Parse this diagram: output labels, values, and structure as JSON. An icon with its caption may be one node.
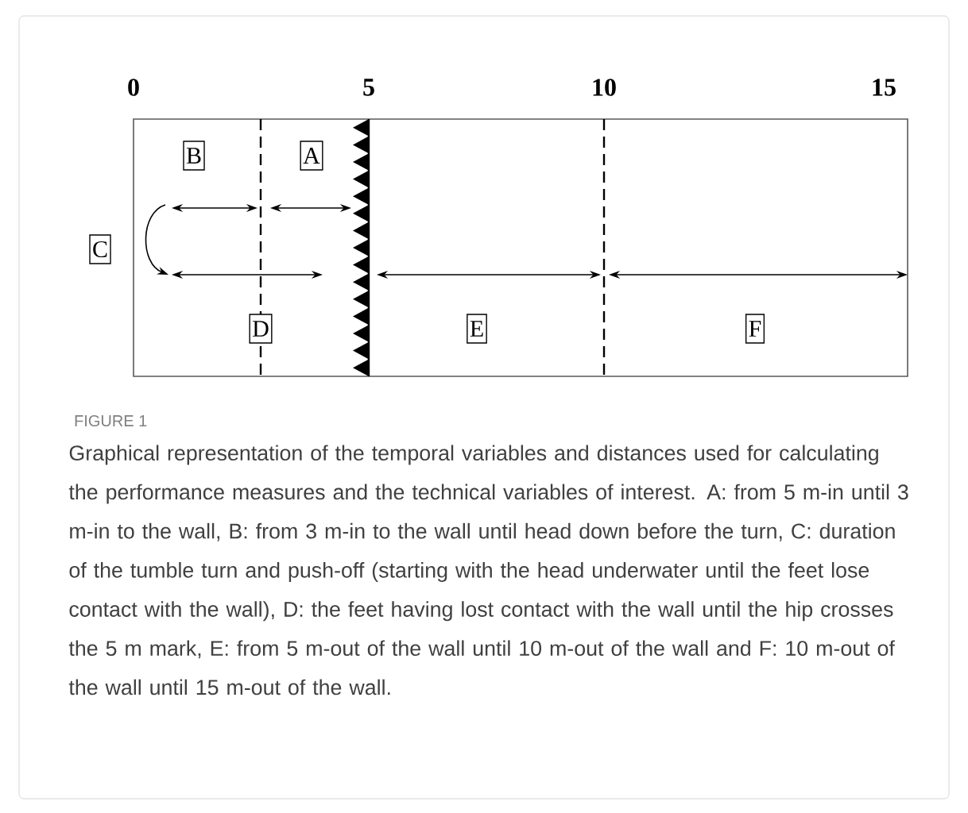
{
  "diagram": {
    "title": "FIGURE 1",
    "caption": "Graphical representation of the temporal variables and distances used for calculating the performance measures and the technical variables of interest. A: from 5 m-in until 3 m-in to the wall, B: from 3 m-in to the wall until head down before the turn, C: duration of the tumble turn and push-off (starting with the head underwater until the feet lose contact with the wall), D: the feet having lost contact with the wall until the hip crosses the 5 m mark, E: from 5 m-out of the wall until 10 m-out of the wall and F: 10 m-out of the wall until 15 m-out of the wall.",
    "nodes": [
      {
        "text": [
          "B"
        ]
      },
      {
        "text": [
          "A"
        ]
      },
      {
        "text": [
          "C"
        ]
      },
      {
        "text": [
          "D"
        ]
      },
      {
        "text": [
          "E"
        ]
      },
      {
        "text": [
          "F"
        ]
      }
    ],
    "labels": [
      "0",
      "5",
      "10",
      "15"
    ]
  }
}
